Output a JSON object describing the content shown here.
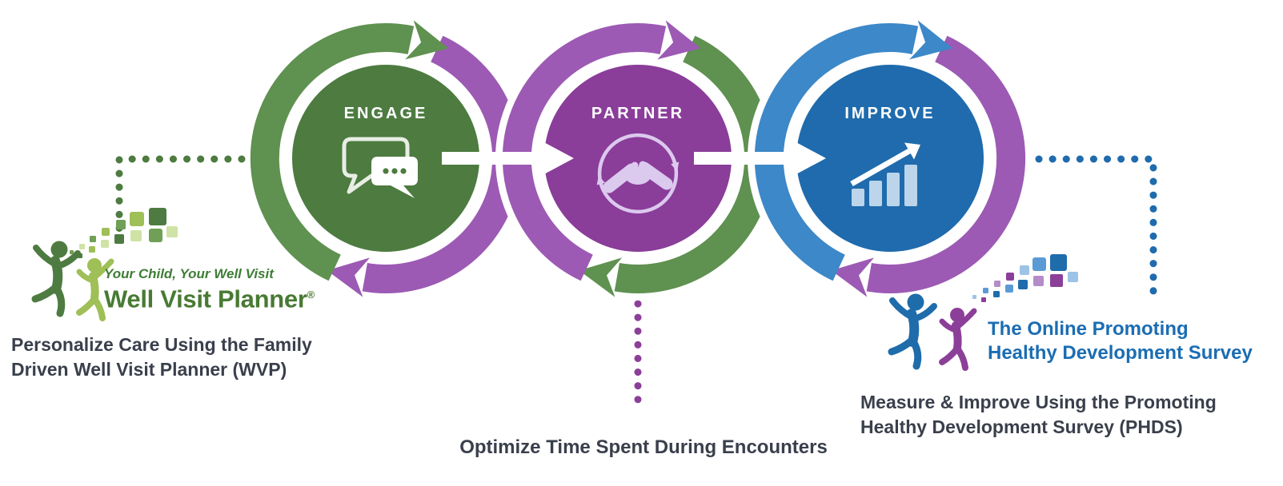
{
  "palette": {
    "green_circle": "#4d7b40",
    "purple_circle": "#8a3d99",
    "blue_circle": "#1f6bad",
    "green_ring": "#5f9150",
    "purple_ring": "#9c5ab4",
    "blue_ring": "#3c88c8",
    "green_dots": "#4d7b40",
    "purple_dots": "#8c3f98",
    "blue_dots": "#1f6bad",
    "flow_arrow": "#ffffff",
    "lavender": "#dcc9ee",
    "light_blue_bars": "#bcd5ea",
    "bubble_outline": "#e8eee4",
    "figure_green_dark": "#4e7b41",
    "figure_green_light": "#9fbf57",
    "figure_blue": "#1f6cab",
    "figure_purple": "#8c3f98",
    "logo_green_tagline": "#3e7d35",
    "logo_green_dark": "#487a33",
    "logo_blue": "#1b6db3",
    "caption_text": "#3a3f4c"
  },
  "steps": [
    {
      "label": "ENGAGE",
      "icon": "chat-bubbles-icon"
    },
    {
      "label": "PARTNER",
      "icon": "handshake-icon"
    },
    {
      "label": "IMPROVE",
      "icon": "growth-chart-icon"
    }
  ],
  "logos": {
    "wvp": {
      "tagline": "Your Child, Your Well Visit",
      "name": "Well Visit Planner",
      "registered": "®"
    },
    "phds": {
      "line1": "The Online Promoting",
      "line2": "Healthy Development Survey"
    }
  },
  "captions": {
    "left_line1": "Personalize Care Using the Family",
    "left_line2": "Driven Well Visit Planner (WVP)",
    "center": "Optimize Time Spent During Encounters",
    "right_line1": "Measure & Improve Using the Promoting",
    "right_line2": "Healthy Development Survey (PHDS)"
  }
}
